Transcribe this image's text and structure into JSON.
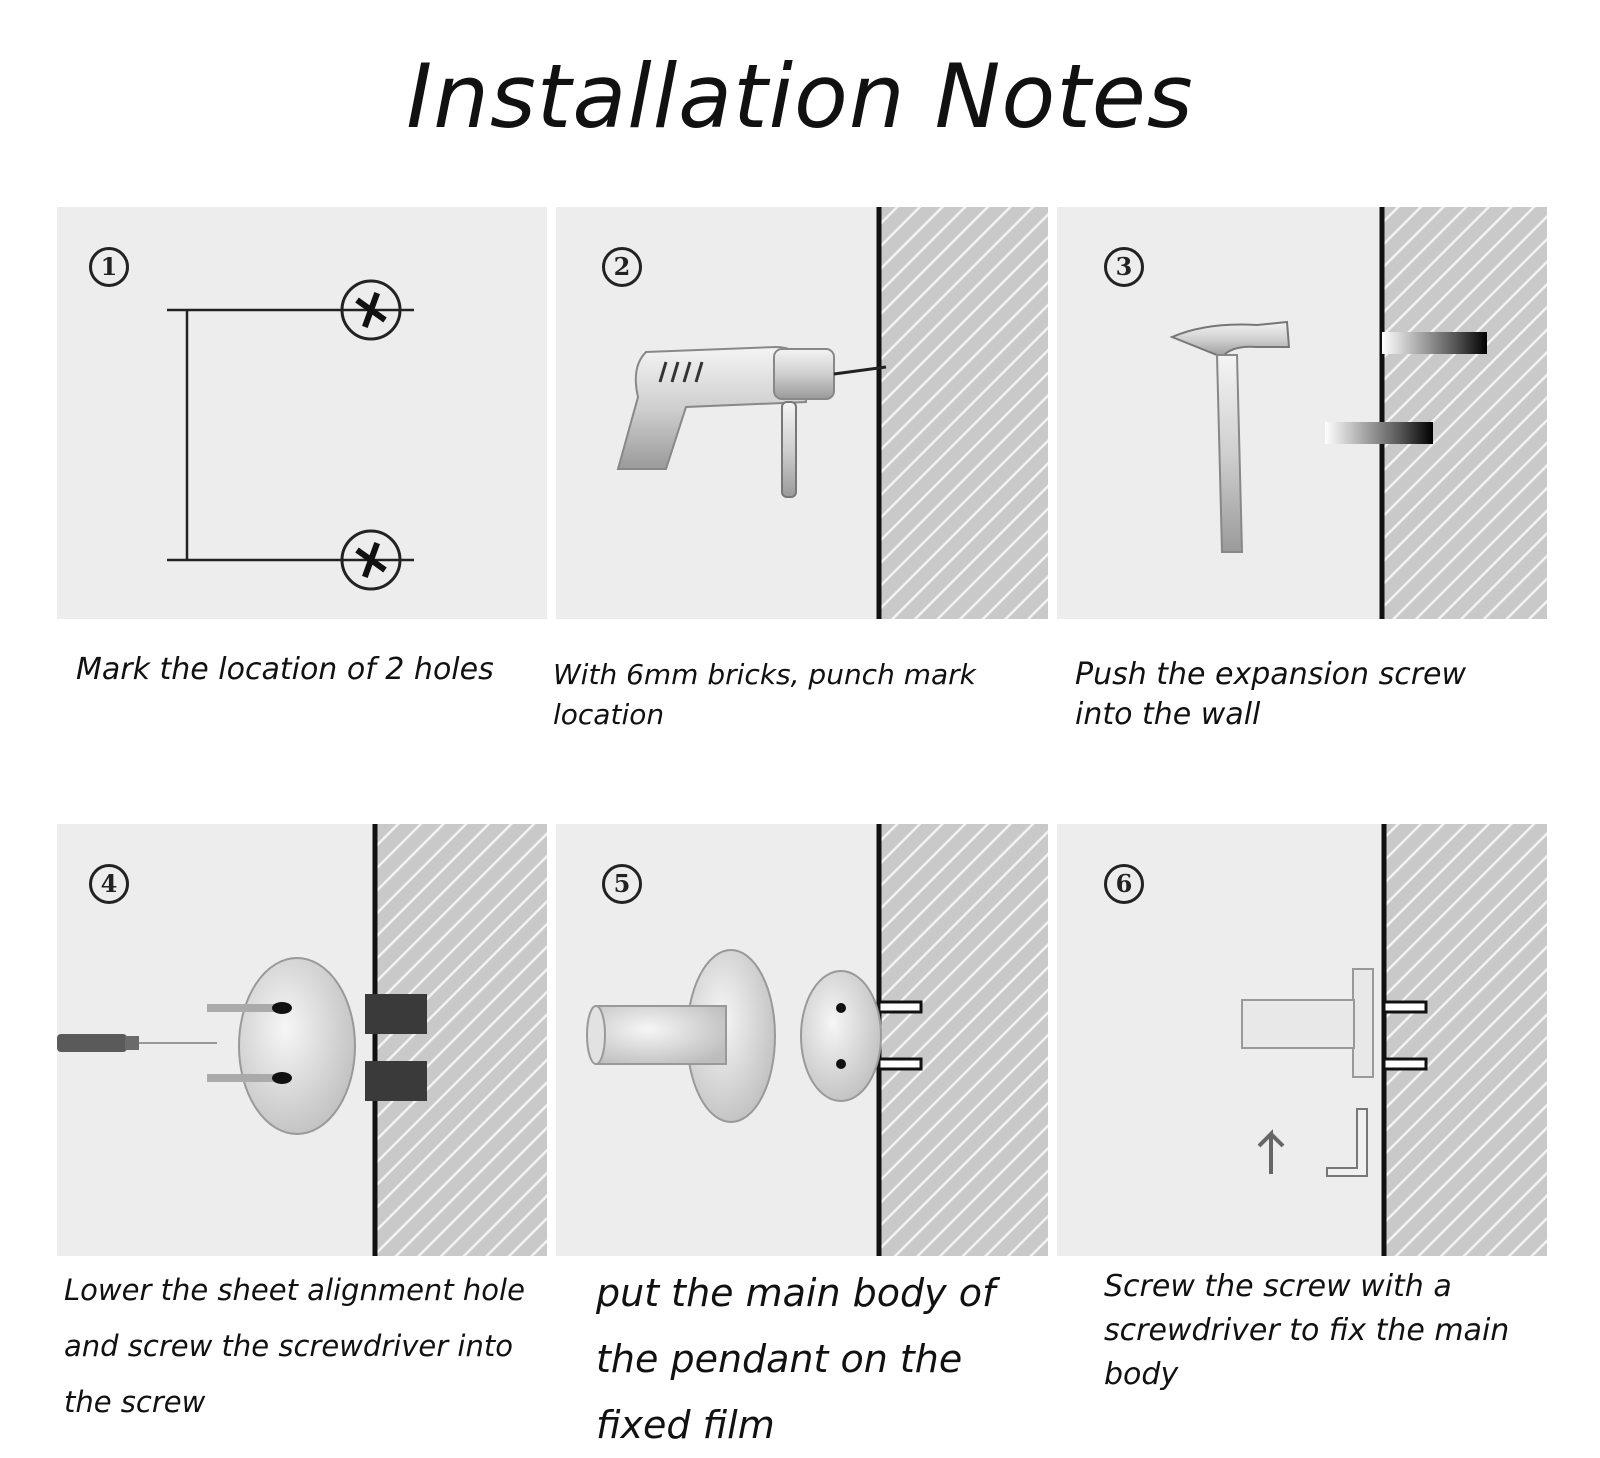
{
  "title": "Installation Notes",
  "steps": [
    {
      "number": "1",
      "caption": "Mark the location of 2 holes"
    },
    {
      "number": "2",
      "caption": "With 6mm bricks, punch mark location"
    },
    {
      "number": "3",
      "caption": "Push the expansion screw into the wall"
    },
    {
      "number": "4",
      "caption": "Lower the sheet alignment hole and screw the screwdriver into the screw"
    },
    {
      "number": "5",
      "caption": "put the main body of the pendant on the fixed film"
    },
    {
      "number": "6",
      "caption": "Screw the screw with a screwdriver to fix the main body"
    }
  ],
  "colors": {
    "panel": "#ededed",
    "wall_hatch": "#bdbdbd",
    "line": "#111111"
  }
}
